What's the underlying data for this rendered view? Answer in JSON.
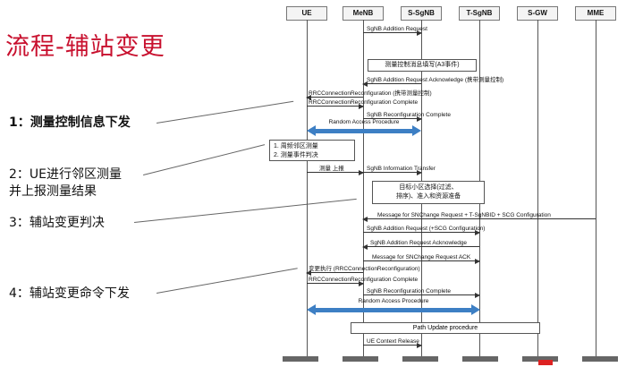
{
  "title": "流程-辅站变更",
  "steps": [
    "1：测量控制信息下发",
    "2：UE进行邻区测量",
    "并上报测量结果",
    "3：辅站变更判决",
    "4：辅站变更命令下发"
  ],
  "entities": [
    "UE",
    "MeNB",
    "S-SgNB",
    "T-SgNB",
    "S-GW",
    "MME"
  ],
  "notes": {
    "a3": "测量控制消息填写(A3事件)",
    "ue_meas_1": "1. 周频邻区测量",
    "ue_meas_2": "2. 测量事件判决",
    "target_1": "目标小区选择(过滤、",
    "target_2": "排序)、准入和资源准备",
    "path_update": "Path Update procedure"
  },
  "messages": {
    "m1": "SgNB Addition Request",
    "m2": "SgNB Addition Request Acknowledge (携带测量控制)",
    "m3": "RRCConnectionReconfiguration (携带测量控制)",
    "m4": "RRCConnectionReconfiguration Complete",
    "m5": "SgNB Reconfiguration Complete",
    "m6": "Random Access Procedure",
    "m7": "测量 上报",
    "m8": "SgNB Information Transfer",
    "m9": "Message for SNChange Request + T-SgNBID + SCG Configuration",
    "m10": "SgNB Addition Request (+SCG Configuration)",
    "m11": "SgNB Addition Request Acknowledge",
    "m12": "Message for SNChange Request ACK",
    "m13": "变更执行 (RRCConnectionReconfiguration)",
    "m14": "RRCConnectionReconfiguration Complete",
    "m15": "SgNB Reconfiguration Complete",
    "m16": "Random Access Procedure",
    "m17": "UE Context Release"
  },
  "colors": {
    "title": "#c8102e",
    "ra_arrow": "#3d7fc4"
  }
}
